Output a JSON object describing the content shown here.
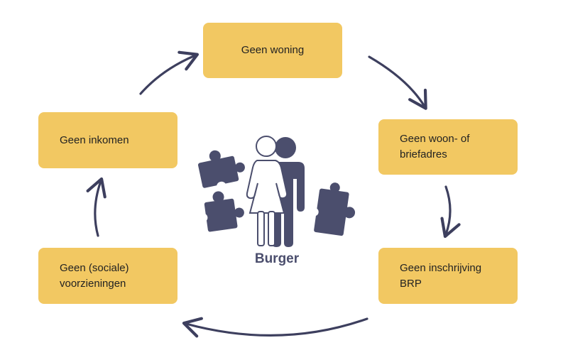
{
  "colors": {
    "box_fill": "#f2c862",
    "arrow": "#3d3f5e",
    "figure": "#4b4e6d"
  },
  "center": {
    "label": "Burger",
    "icons": [
      "woman-figure-icon",
      "man-figure-icon",
      "puzzle-piece-icon"
    ]
  },
  "boxes": {
    "woning": "Geen woning",
    "briefadres": "Geen woon- of\nbriefadres",
    "brp": "Geen inschrijving\nBRP",
    "voorzieningen": "Geen (sociale)\nvoorzieningen",
    "inkomen": "Geen inkomen"
  }
}
